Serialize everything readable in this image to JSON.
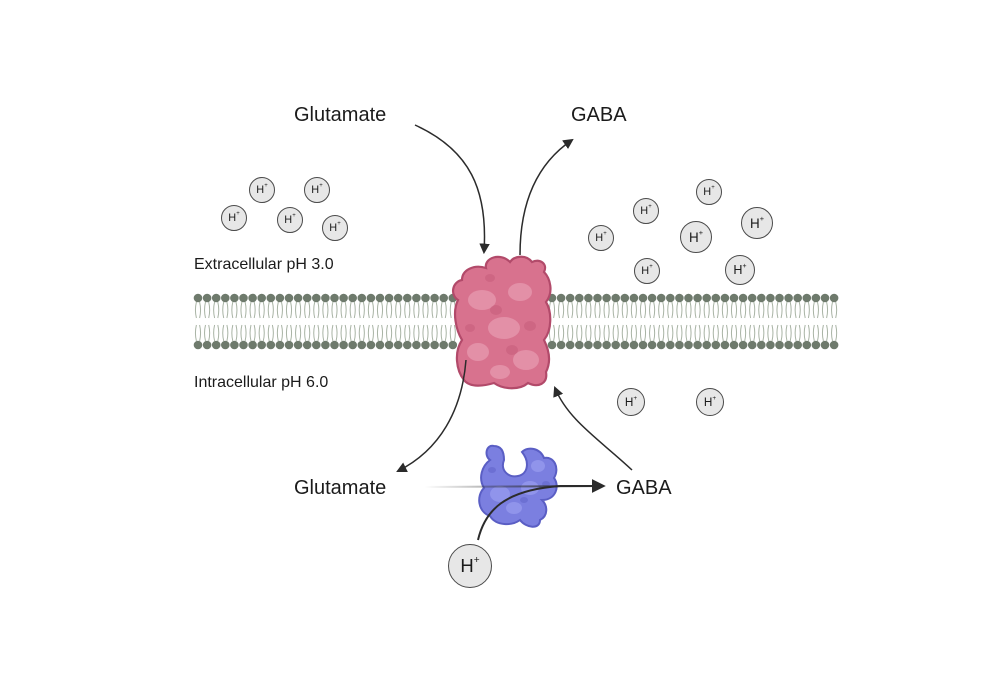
{
  "labels": {
    "glutamate_top": "Glutamate",
    "gaba_top": "GABA",
    "glutamate_bottom": "Glutamate",
    "gaba_bottom": "GABA",
    "extracellular": "Extracellular pH 3.0",
    "intracellular": "Intracellular pH 6.0"
  },
  "ion": {
    "symbol": "H",
    "charge": "+"
  },
  "colors": {
    "membrane_head": "#6e7a6c",
    "membrane_tail": "#a8b3a4",
    "antiporter": "#d8728e",
    "antiporter_outline": "#b24a6a",
    "enzyme": "#7b7fe0",
    "enzyme_outline": "#5a5ec4",
    "ion_fill": "#e7e7e7",
    "arrow": "#2b2b2b"
  }
}
